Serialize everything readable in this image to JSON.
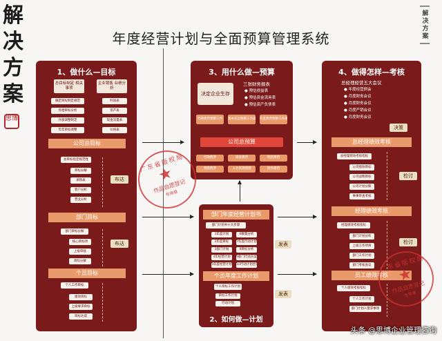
{
  "side": {
    "chars": [
      "解",
      "决",
      "方",
      "案"
    ],
    "stamp_text": "思博",
    "right_label": "解决方案"
  },
  "title": "年度经营计划与全面预算管理系统",
  "p1": {
    "title": "1、做什么—目标",
    "left_header": "总目标制定 相关事项",
    "left_items": [
      "确定目标制定规范",
      "亮相目标分析",
      "外部调整制定",
      "年年目标调整"
    ],
    "right_header": "企业销售 业绩分析",
    "right_items": [
      "利润表",
      "资产表",
      "现金流量表",
      "价格表"
    ],
    "band1": "公司总目标",
    "group1_header": "总目标指定规范性",
    "group1_items": [
      "目标分解",
      "采购表",
      "客户分析",
      "营业分析"
    ],
    "band2": "部门目标",
    "group2_header": "部门目标分解",
    "group2_items": [
      "核心目标项",
      "上级审核",
      "目标分解"
    ],
    "band3": "个员目标",
    "group3_header": "个人工作目标",
    "group3_items": [
      "绩效目标",
      "上级要求目标",
      "目标达成"
    ]
  },
  "p3": {
    "title": "3、用什么做—预算",
    "box": "决定企业生存",
    "list_title": "三张财务报表",
    "list_items": [
      "预估损益表",
      "预估资金流用表",
      "预估资产负债表"
    ],
    "orange_row": [
      "行政费用预算工作",
      "资本支出预算工作表",
      "年度费用预算工作表"
    ],
    "red_btn": "公司总预算",
    "bottom_row": [
      "行政费用",
      "研发费用",
      "制造费用",
      "销售费用",
      "人力资源费用",
      "财务费用"
    ]
  },
  "p4": {
    "title": "4、做得怎样—考核",
    "list_title": "总经理经营五大会议",
    "list_items": [
      "年度经营例会",
      "月度财务会议",
      "月度财务会议",
      "月度产销会议",
      "月度财务会议"
    ],
    "tag_decide": "决策",
    "band1": "总经理绩效考核",
    "g1_header": "总经理绩效考核指标",
    "g1_items": [
      "公司绩效目标",
      "公司战略目标",
      "公司计划分解",
      "事事审查考核"
    ],
    "tag_check1": "检讨",
    "band2": "经理绩效考核",
    "g2_header": "经理绩效考核指标",
    "g2_items": [
      "部门计划分析",
      "上级工作项目",
      "部门工作计划",
      "部门考核会议"
    ],
    "tag_check2": "检讨",
    "band3": "员工绩效考核",
    "g3_header": "个人绩效考核指标",
    "g3_items": [
      "个人工作计划",
      "部门计划人需求事项"
    ]
  },
  "p2": {
    "band_top": "部门年度经营计划书",
    "hdr": "部门计划书十大步骤",
    "steps": [
      "1年度计划",
      "2年度目标",
      "3部门计划",
      "4年经营计划",
      "5年度经营计划",
      "6数量分析",
      "7年度行动计划",
      "8目标分析",
      "9部门行动方案",
      "10行动计划合计"
    ],
    "band_mid": "个员年度工作计划",
    "g_hdr": "个人目标工作计划",
    "g_items": [
      "目标工作计划",
      "行动计划"
    ],
    "title": "2、如何做—计划",
    "tag_release1": "发表",
    "tag_release2": "发表"
  },
  "tags": {
    "release": "布达"
  },
  "stamp": {
    "arc": "广东省版权局",
    "line1": "作品自愿登记",
    "line2": "专用章",
    "star": "★"
  },
  "watermark": "头条 @思博企业管理咨询"
}
